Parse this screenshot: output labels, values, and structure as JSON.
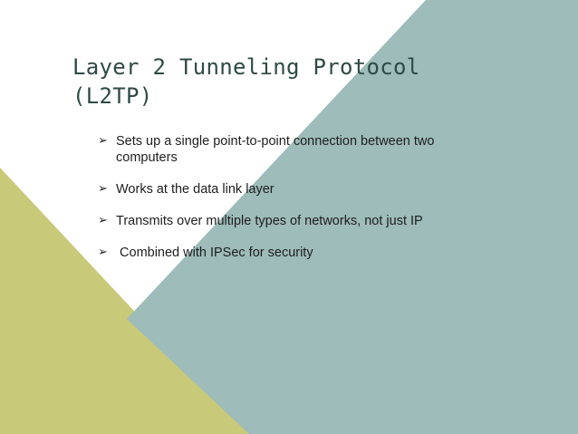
{
  "slide": {
    "title": "Layer 2 Tunneling Protocol (L2TP)",
    "bullet_icon": "➢",
    "bullets": [
      "Sets up a single point-to-point connection between two computers",
      "Works at the data link layer",
      "Transmits over multiple types of networks, not just IP",
      " Combined with IPSec for security"
    ]
  },
  "colors": {
    "background": "#ffffff",
    "olive_shape": "#c9c97a",
    "teal_shape": "#9dbcba",
    "title_text": "#2f4a45",
    "body_text": "#1e1e1e"
  }
}
